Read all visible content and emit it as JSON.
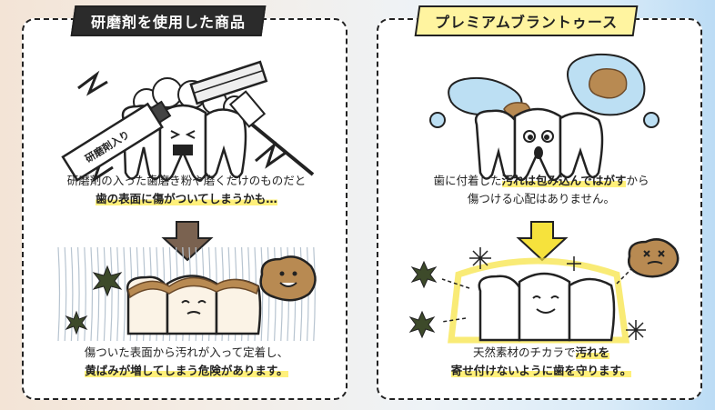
{
  "left": {
    "title": "研磨剤を使用した商品",
    "tube_label": "研磨剤入り",
    "caption1": {
      "line1": "研磨剤の入った歯磨き粉や磨くだけのものだと",
      "line2": "歯の表面に傷がついてしまうかも…"
    },
    "caption2": {
      "line1": "傷ついた表面から汚れが入って定着し、",
      "line2": "黄ばみが増してしまう危険があります。"
    },
    "arrow_color": "#7a6250"
  },
  "right": {
    "title": "プレミアムブラントゥース",
    "caption1": {
      "line1_pre": "歯に付着した",
      "line1_hl": "汚れは包み込んではがす",
      "line1_post": "から",
      "line2": "傷つける心配はありません。"
    },
    "caption2": {
      "line1_pre": "天然素材のチカラで",
      "line1_hl": "汚れを",
      "line2": "寄せ付けないように歯を守ります。"
    },
    "arrow_color": "#f6e23c"
  },
  "colors": {
    "highlight": "#fff07a",
    "stain": "#b88a52",
    "germ": "#3d4a2a",
    "bubble": "#bcdff3"
  }
}
